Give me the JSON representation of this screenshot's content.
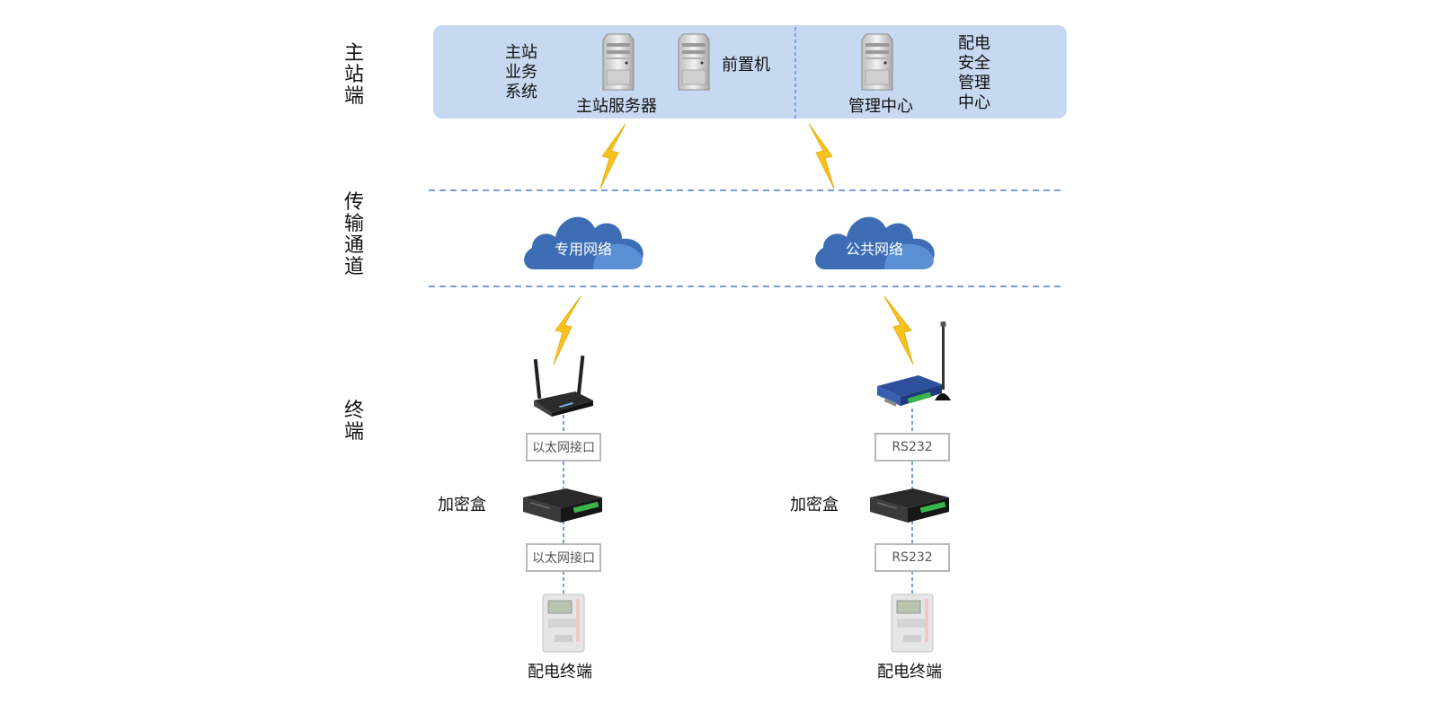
{
  "sections": {
    "master": [
      "主",
      "站",
      "端"
    ],
    "channel": [
      "传",
      "输",
      "通",
      "道"
    ],
    "terminal": [
      "终",
      "端"
    ]
  },
  "master_station": {
    "business_system": [
      "主站",
      "业务",
      "系统"
    ],
    "server_label": "主站服务器",
    "front_label": "前置机",
    "mgmt_center_label": "管理中心",
    "security_mgmt": [
      "配电",
      "安全",
      "管理",
      "中心"
    ]
  },
  "networks": {
    "private": "专用网络",
    "public": "公共网络"
  },
  "left_chain": {
    "iface_top": "以太网接口",
    "encrypt_label": "加密盒",
    "iface_bottom": "以太网接口",
    "terminal_label": "配电终端"
  },
  "right_chain": {
    "iface_top": "RS232",
    "encrypt_label": "加密盒",
    "iface_bottom": "RS232",
    "terminal_label": "配电终端"
  },
  "colors": {
    "panel": "#c6d9f1",
    "dash": "#4a7fd0",
    "cloud_dark": "#3d6db5",
    "cloud_light": "#5b8fd3",
    "bolt": "#f7c21b"
  }
}
